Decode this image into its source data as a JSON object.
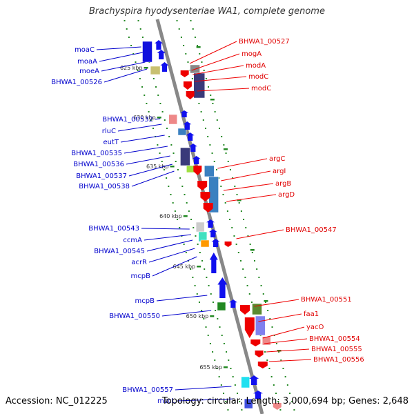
{
  "title": "Brachyspira hyodysenteriae WA1, complete genome",
  "footer": {
    "accession": "Accession: NC_012225",
    "summary": "Topology: circular; Length: 3,000,694 bp; Genes: 2,648"
  },
  "colors": {
    "backbone": "#888888",
    "forward_strand": "#0000ee",
    "reverse_strand": "#ee0000",
    "left_label": "#0000cc",
    "right_label": "#e00000",
    "tick": "#228822"
  },
  "kbp_ticks": [
    "625 kbp",
    "630 kbp",
    "635 kbp",
    "640 kbp",
    "645 kbp",
    "650 kbp",
    "655 kbp"
  ],
  "left_labels": [
    "moaC",
    "moaA",
    "moeA",
    "BHWA1_00526",
    "BHWA1_00532",
    "rluC",
    "eutT",
    "BHWA1_00535",
    "BHWA1_00536",
    "BHWA1_00537",
    "BHWA1_00538",
    "BHWA1_00543",
    "ccmA",
    "BHWA1_00545",
    "acrR",
    "mcpB",
    "mcpB",
    "BHWA1_00550",
    "BHWA1_00557",
    "mscL"
  ],
  "right_labels": [
    "BHWA1_00527",
    "mogA",
    "modA",
    "modC",
    "modC",
    "argC",
    "argI",
    "argB",
    "argD",
    "BHWA1_00547",
    "BHWA1_00551",
    "faa1",
    "yacO",
    "BHWA1_00554",
    "BHWA1_00555",
    "BHWA1_00556"
  ]
}
